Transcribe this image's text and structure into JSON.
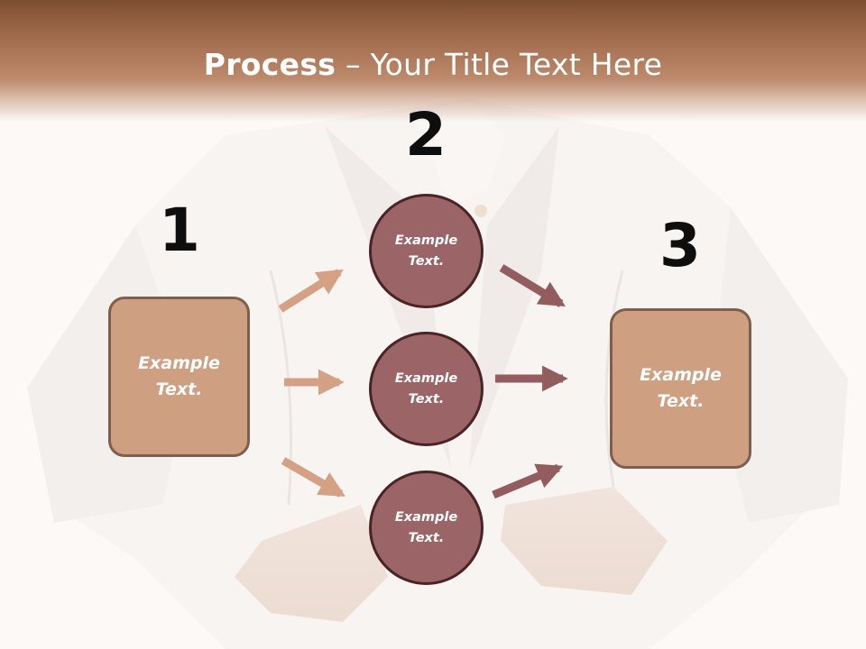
{
  "title": {
    "bold": "Process",
    "rest": " – Your Title Text Here"
  },
  "steps": {
    "one": "1",
    "two": "2",
    "three": "3"
  },
  "nodes": {
    "left_box": "Example\nText.",
    "circle_top": "Example\nText.",
    "circle_middle": "Example\nText.",
    "circle_bottom": "Example\nText.",
    "right_box": "Example\nText."
  },
  "colors": {
    "header": "#a56f50",
    "box_fill": "#cf9f82",
    "box_border": "#7e5e4d",
    "circle_fill": "#9b6466",
    "circle_border": "#4a2326",
    "arrow_in": "#d5a184",
    "arrow_out": "#935c5e"
  }
}
